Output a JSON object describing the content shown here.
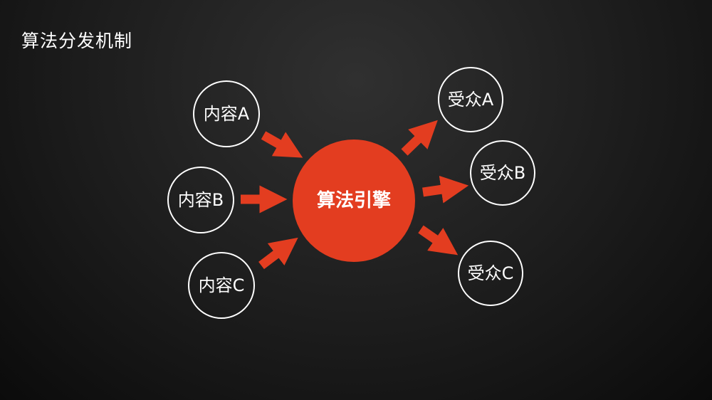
{
  "title": "算法分发机制",
  "engine": {
    "label": "算法引擎",
    "color": "#e33d20"
  },
  "contents": [
    "内容A",
    "内容B",
    "内容C"
  ],
  "audiences": [
    "受众A",
    "受众B",
    "受众C"
  ],
  "arrow_color": "#e33d20"
}
